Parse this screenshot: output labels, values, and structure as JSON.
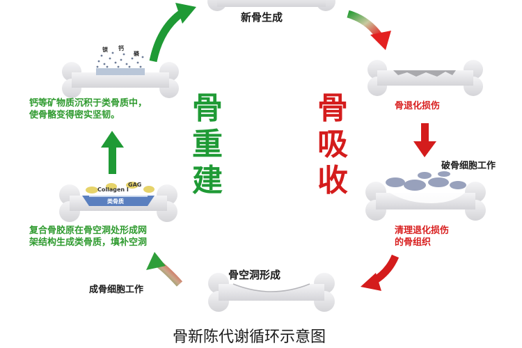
{
  "stages": {
    "top": "新骨生成",
    "right_1": "骨退化损伤",
    "right_2": "破骨细胞工作",
    "right_3": "清理退化损伤的骨组织",
    "bottom": "骨空洞形成",
    "left_bottom_worker": "成骨细胞工作",
    "left_mid": "复合骨胶原在骨空洞处形成网架结构生成类骨质，填补空洞",
    "left_top": "钙等矿物质沉积于类骨质中，使骨骼变得密实坚韧。"
  },
  "left_mid_lines": [
    "复合骨胶原在骨空洞处形成网",
    "架结构生成类骨质，填补空洞"
  ],
  "left_top_lines": [
    "钙等矿物质沉积于类骨质中，",
    "使骨骼变得密实坚韧。"
  ],
  "right_3_lines": [
    "清理退化损伤",
    "的骨组织"
  ],
  "phases": {
    "rebuild_chars": [
      "骨",
      "重",
      "建"
    ],
    "resorb_chars": [
      "骨",
      "吸",
      "收"
    ]
  },
  "minerals": [
    "镁",
    "钙",
    "磷"
  ],
  "collagen": {
    "collagen_label": "Collagen I",
    "gag_label": "GAG",
    "osteoid_label": "类骨质"
  },
  "caption": "骨新陈代谢循环示意图",
  "colors": {
    "green": "#1f9a35",
    "red": "#d41c1c",
    "bone": "#e9e9ea"
  }
}
